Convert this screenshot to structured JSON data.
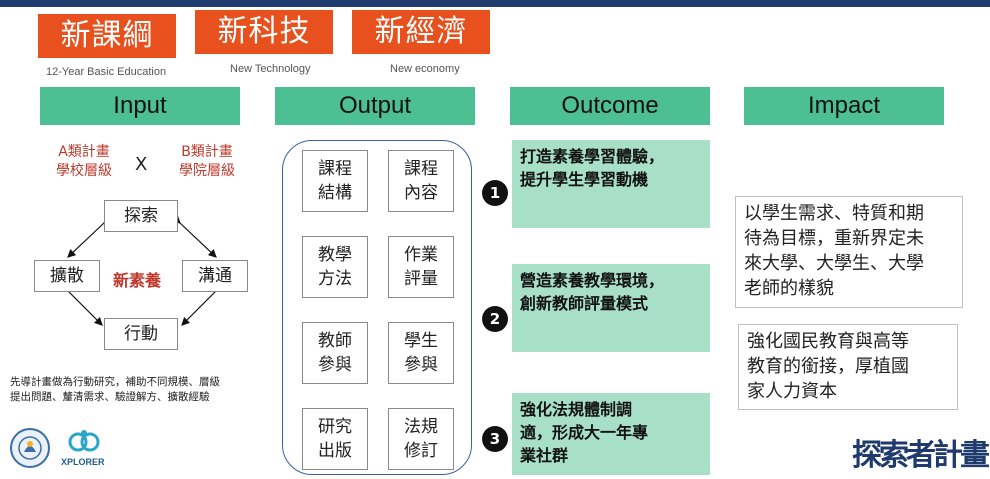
{
  "header": {
    "badges": [
      {
        "title": "新課綱",
        "caption": "12-Year Basic Education"
      },
      {
        "title": "新科技",
        "caption": "New Technology"
      },
      {
        "title": "新經濟",
        "caption": "New economy"
      }
    ]
  },
  "columns": {
    "input": "Input",
    "output": "Output",
    "outcome": "Outcome",
    "impact": "Impact"
  },
  "input": {
    "plan_a": "A類計畫\n學校層級",
    "times": "X",
    "plan_b": "B類計畫\n學院層級",
    "cycle": {
      "top": "探索",
      "left": "擴散",
      "center": "新素養",
      "right": "溝通",
      "bottom": "行動"
    },
    "note": "先導計畫做為行動研究，補助不同規模、層級\n提出問題、釐清需求、驗證解方、擴散經驗"
  },
  "output": {
    "cells": [
      "課程\n結構",
      "課程\n內容",
      "教學\n方法",
      "作業\n評量",
      "教師\n參與",
      "學生\n參與",
      "研究\n出版",
      "法規\n修訂"
    ]
  },
  "outcome": {
    "items": [
      {
        "num": "1",
        "text": "打造素養學習體驗，\n提升學生學習動機"
      },
      {
        "num": "2",
        "text": "營造素養教學環境，\n創新教師評量模式"
      },
      {
        "num": "3",
        "text": "強化法規體制調\n適，形成大一年專\n業社群"
      }
    ]
  },
  "impact": {
    "items": [
      "以學生需求、特質和期\n待為目標，重新界定未\n來大學、大學生、大學\n老師的樣貌",
      "強化國民教育與高等\n教育的銜接，厚植國\n家人力資本"
    ]
  },
  "footer": {
    "logo_xplorer": "XPLORER",
    "brand": "探索者計畫"
  },
  "colors": {
    "orange": "#e8501e",
    "green": "#4cbf93",
    "light_green": "#a8e0c7",
    "red_text": "#c0392b",
    "top_bar": "#1f3b6e"
  }
}
